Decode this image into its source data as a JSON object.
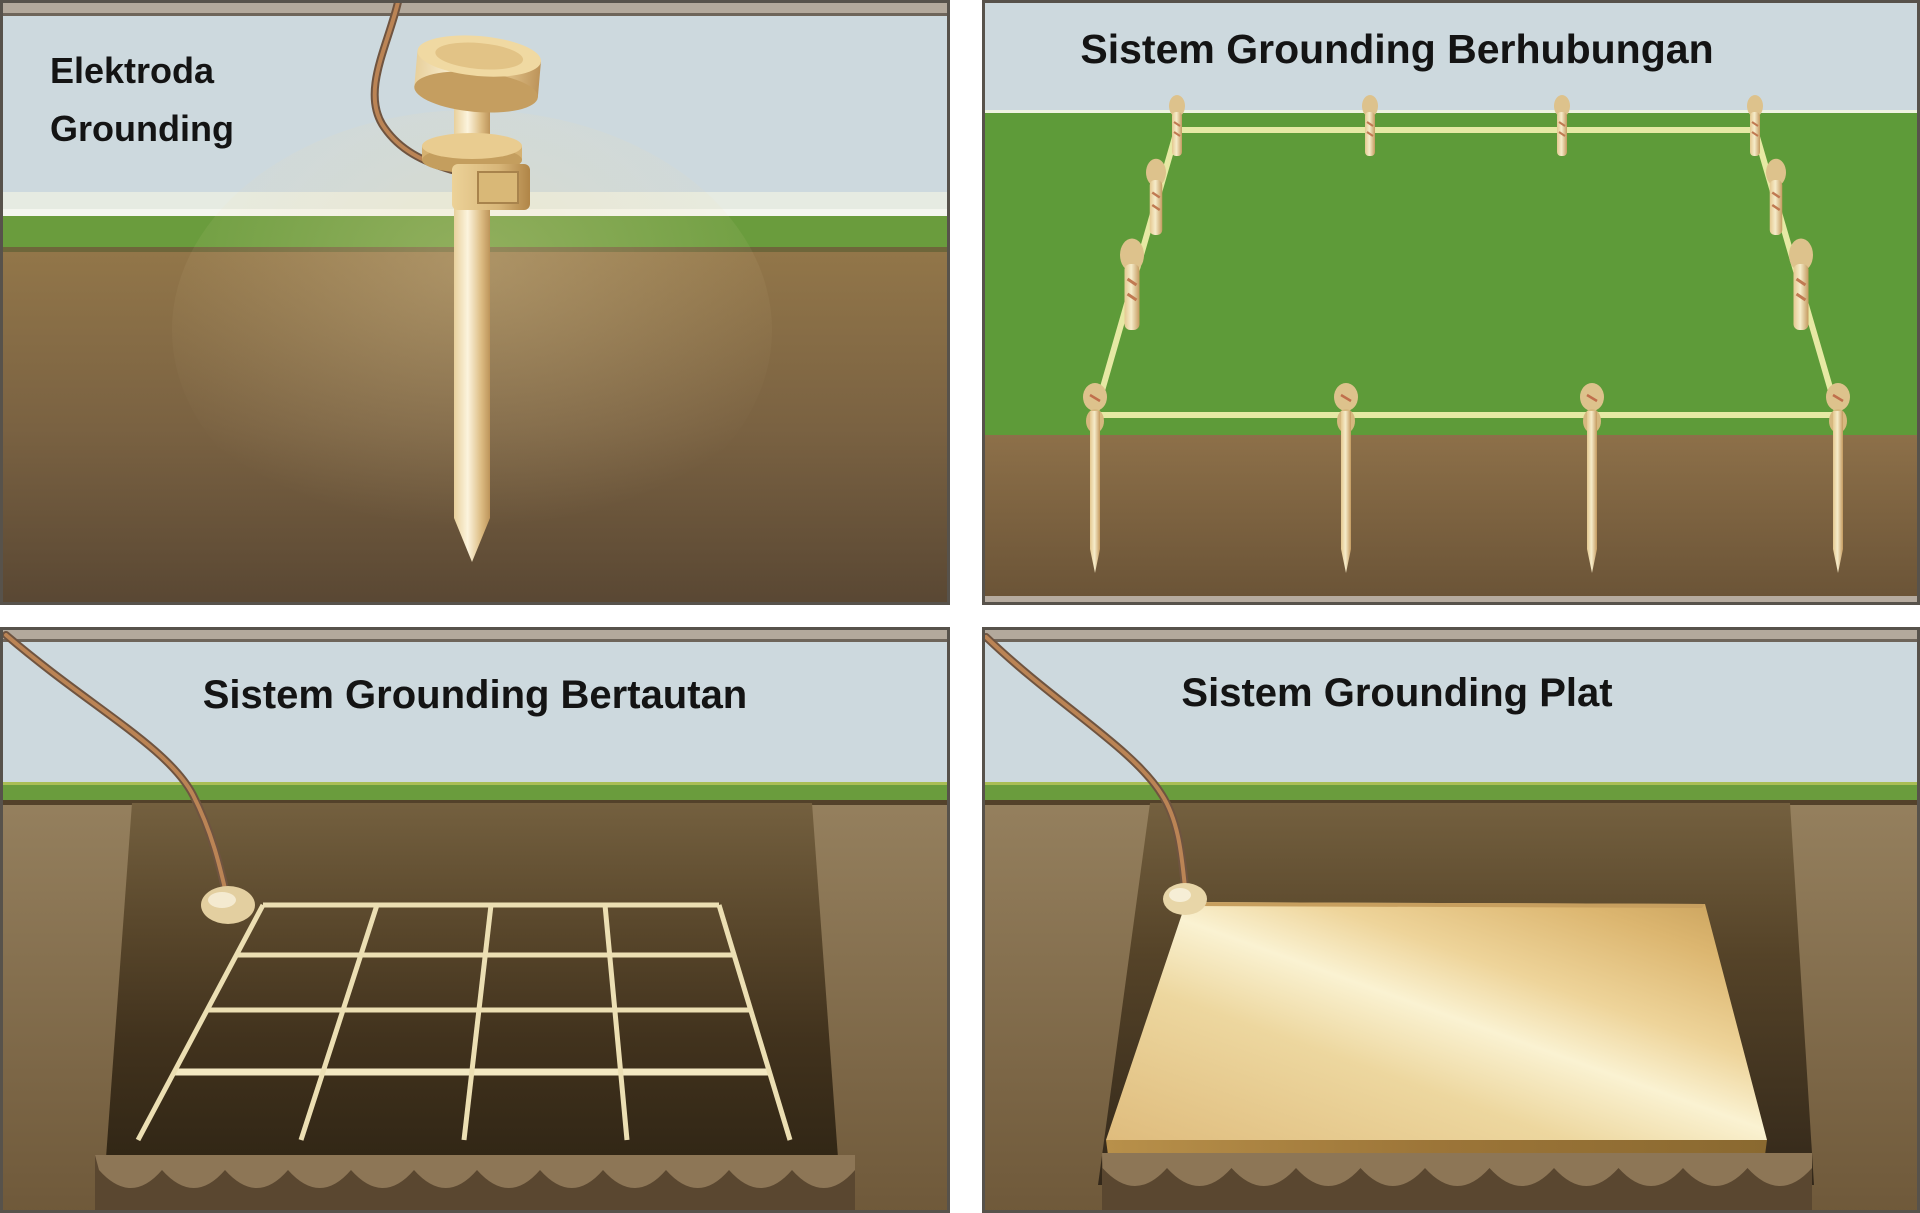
{
  "panels": {
    "top_left": {
      "title_lines": [
        "Elektroda",
        "Grounding"
      ]
    },
    "top_right": {
      "title": "Sistem Grounding Berhubungan"
    },
    "bottom_left": {
      "title": "Sistem Grounding Bertautan"
    },
    "bottom_right": {
      "title": "Sistem Grounding Plat"
    }
  },
  "colors": {
    "sky": "#cdd9de",
    "grass_strip": "#6a9c3d",
    "field_green": "#5e9b39",
    "earth_light": "#8f7449",
    "earth_dark": "#5f4c33",
    "pit_dark": "#352a18",
    "copper_wire": "#96684a",
    "rod_gold": "#e9cf98",
    "bonding_wire": "#e6e9a4",
    "mesh_wire": "#ecdfb3",
    "plate_gold": "#eed9a2",
    "cap_bar": "#b3a99c",
    "bottom_strip": "#b6ab9f",
    "panel_border": "#57524b",
    "divider": "#ffffff",
    "title_text": "#141414"
  }
}
